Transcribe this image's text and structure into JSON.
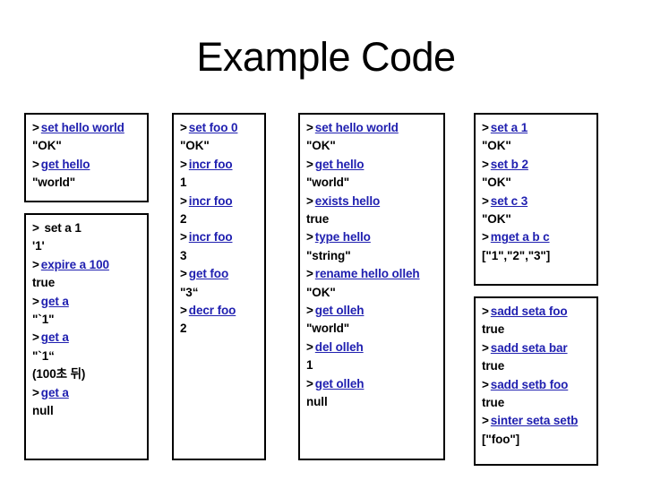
{
  "slide": {
    "title": "Example Code",
    "accent_link_color": "#2020B0",
    "text_color": "#000000",
    "background_color": "#ffffff",
    "border_color": "#000000"
  },
  "boxes": [
    {
      "id": "c1-b1",
      "column": 1,
      "lines": [
        {
          "prompt": ">",
          "cmd": "set hello world",
          "link": true
        },
        {
          "result": "\"OK\""
        },
        {
          "prompt": ">",
          "cmd": "get hello",
          "link": true
        },
        {
          "result": "\"world\""
        }
      ]
    },
    {
      "id": "c1-b2",
      "column": 1,
      "lines": [
        {
          "prompt": ">",
          "cmd": " set a 1",
          "link": false
        },
        {
          "result": "'1'"
        },
        {
          "prompt": ">",
          "cmd": "expire a 100",
          "link": true
        },
        {
          "result": "true"
        },
        {
          "prompt": ">",
          "cmd": "get a",
          "link": true
        },
        {
          "result": "\"`1\""
        },
        {
          "prompt": ">",
          "cmd": "get a",
          "link": true
        },
        {
          "result": "\"`1“"
        },
        {
          "result": "(100초 뒤)"
        },
        {
          "prompt": ">",
          "cmd": "get a",
          "link": true
        },
        {
          "result": "null"
        }
      ]
    },
    {
      "id": "c2-b1",
      "column": 2,
      "lines": [
        {
          "prompt": ">",
          "cmd": "set foo 0",
          "link": true
        },
        {
          "result": "\"OK\""
        },
        {
          "prompt": ">",
          "cmd": "incr foo",
          "link": true
        },
        {
          "result": "1"
        },
        {
          "prompt": ">",
          "cmd": "incr foo",
          "link": true
        },
        {
          "result": "2"
        },
        {
          "prompt": ">",
          "cmd": "incr foo",
          "link": true
        },
        {
          "result": "3"
        },
        {
          "prompt": ">",
          "cmd": "get foo",
          "link": true
        },
        {
          "result": "\"3“"
        },
        {
          "prompt": ">",
          "cmd": "decr foo",
          "link": true
        },
        {
          "result": "2"
        }
      ]
    },
    {
      "id": "c3-b1",
      "column": 3,
      "lines": [
        {
          "prompt": ">",
          "cmd": "set hello world",
          "link": true
        },
        {
          "result": "\"OK\""
        },
        {
          "prompt": ">",
          "cmd": "get hello",
          "link": true
        },
        {
          "result": "\"world\""
        },
        {
          "prompt": ">",
          "cmd": "exists hello",
          "link": true
        },
        {
          "result": "true"
        },
        {
          "prompt": ">",
          "cmd": "type hello",
          "link": true
        },
        {
          "result": "\"string\""
        },
        {
          "prompt": ">",
          "cmd": "rename hello olleh",
          "link": true
        },
        {
          "result": "\"OK\""
        },
        {
          "prompt": ">",
          "cmd": "get olleh",
          "link": true
        },
        {
          "result": "\"world\""
        },
        {
          "prompt": ">",
          "cmd": "del olleh",
          "link": true
        },
        {
          "result": "1"
        },
        {
          "prompt": ">",
          "cmd": "get olleh",
          "link": true
        },
        {
          "result": "null"
        }
      ]
    },
    {
      "id": "c4-b1",
      "column": 4,
      "lines": [
        {
          "prompt": ">",
          "cmd": "set a 1",
          "link": true
        },
        {
          "result": "\"OK\""
        },
        {
          "prompt": ">",
          "cmd": "set b 2",
          "link": true
        },
        {
          "result": "\"OK\""
        },
        {
          "prompt": ">",
          "cmd": "set c 3",
          "link": true
        },
        {
          "result": "\"OK\""
        },
        {
          "prompt": ">",
          "cmd": "mget a b c",
          "link": true
        },
        {
          "result": "[\"1\",\"2\",\"3\"]"
        }
      ]
    },
    {
      "id": "c4-b2",
      "column": 4,
      "lines": [
        {
          "prompt": ">",
          "cmd": "sadd seta foo",
          "link": true
        },
        {
          "result": "true"
        },
        {
          "prompt": ">",
          "cmd": "sadd seta bar",
          "link": true
        },
        {
          "result": "true"
        },
        {
          "prompt": ">",
          "cmd": "sadd setb foo",
          "link": true
        },
        {
          "result": "true"
        },
        {
          "prompt": ">",
          "cmd": "sinter seta setb",
          "link": true
        },
        {
          "result": "[\"foo\"]"
        }
      ]
    }
  ]
}
